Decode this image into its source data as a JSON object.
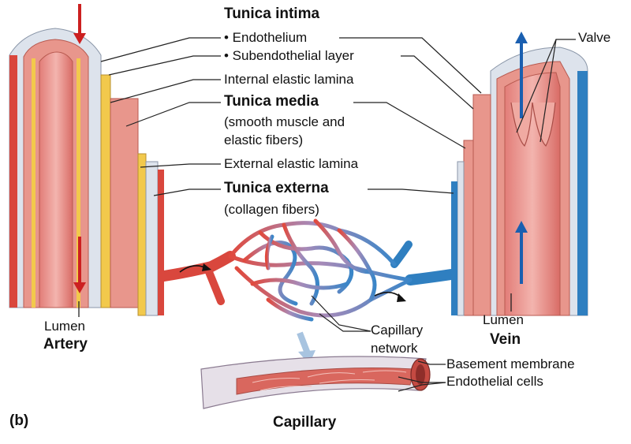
{
  "labels": {
    "tunica_intima": "Tunica intima",
    "endothelium": "• Endothelium",
    "subendothelial_layer": "• Subendothelial layer",
    "internal_elastic_lamina": "Internal elastic lamina",
    "tunica_media": "Tunica media",
    "tunica_media_desc_1": "(smooth muscle and",
    "tunica_media_desc_2": "elastic fibers)",
    "external_elastic_lamina": "External elastic lamina",
    "tunica_externa": "Tunica externa",
    "tunica_externa_desc": "(collagen fibers)",
    "valve": "Valve",
    "lumen_artery": "Lumen",
    "artery": "Artery",
    "lumen_vein": "Lumen",
    "vein": "Vein",
    "capillary_network_1": "Capillary",
    "capillary_network_2": "network",
    "basement_membrane": "Basement membrane",
    "endothelial_cells": "Endothelial cells",
    "capillary": "Capillary",
    "panel": "(b)"
  },
  "colors": {
    "artery_red": "#d9473d",
    "muscle_pink": "#e8968c",
    "elastic_yellow": "#f2c94c",
    "externa_gray": "#dde3ec",
    "vein_blue": "#2f7fc0",
    "arrow_red": "#cc2020",
    "arrow_blue": "#1a5fb0",
    "leader": "#222222"
  }
}
